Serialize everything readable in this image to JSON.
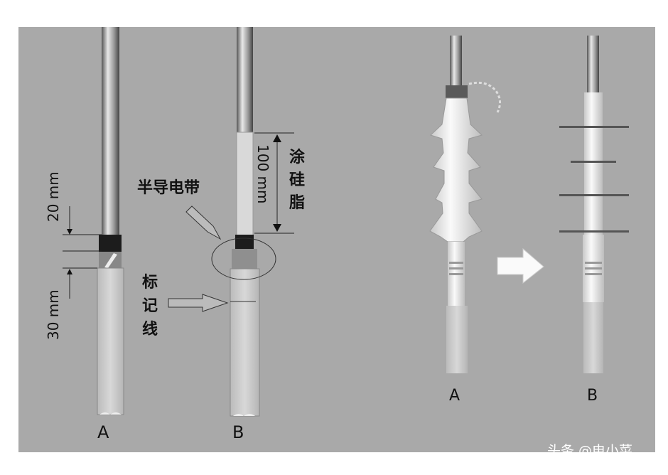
{
  "diagram": {
    "left_panel": {
      "label_a": "A",
      "label_b": "B",
      "dim_20": "20 mm",
      "dim_30": "30 mm",
      "dim_100": "100 mm",
      "semiconductive_tape": "半导电带",
      "silicone_grease": [
        "涂",
        "硅",
        "脂"
      ],
      "marker_line": [
        "标",
        "记",
        "线"
      ]
    },
    "right_panel": {
      "label_a": "A",
      "label_b": "B"
    }
  },
  "watermark": "头条 @电小菜",
  "colors": {
    "background": "#a9a9a9",
    "insulator": "#eeeeee",
    "tape": "#1c1c1c"
  }
}
